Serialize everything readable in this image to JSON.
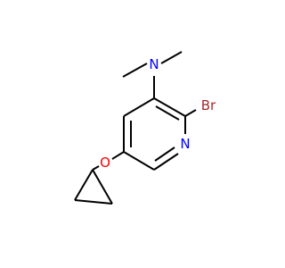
{
  "molecule": {
    "atoms": {
      "nitrogen_amine": {
        "label": "N",
        "color": "#0000FF"
      },
      "nitrogen_ring": {
        "label": "N",
        "color": "#0000FF"
      },
      "bromine": {
        "label": "Br",
        "color": "#A52A2A"
      },
      "oxygen": {
        "label": "O",
        "color": "#FF0000"
      }
    },
    "bond_color": "#000000",
    "background": "#FFFFFF"
  }
}
